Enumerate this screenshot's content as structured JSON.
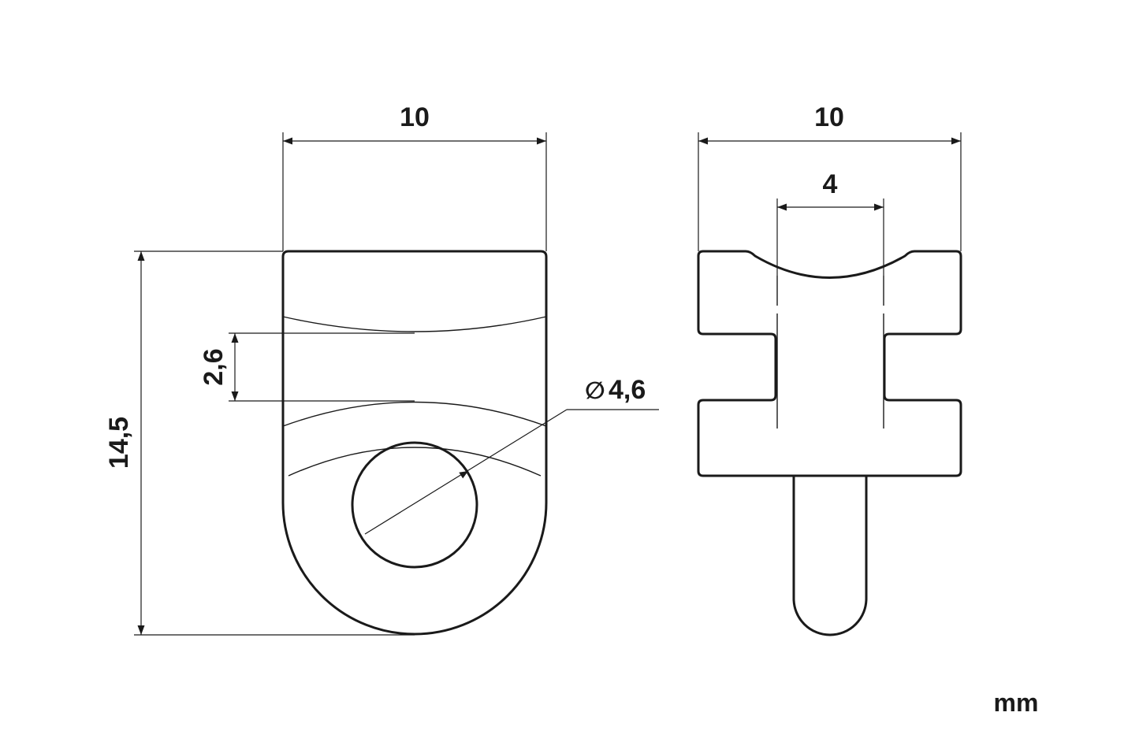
{
  "drawing": {
    "front_view": {
      "width_label": "10",
      "height_label": "14,5",
      "groove_label": "2,6",
      "hole_label": "4,6",
      "diameter_symbol": "∅"
    },
    "side_view": {
      "width_label": "10",
      "slot_label": "4"
    },
    "unit_label": "mm",
    "colors": {
      "line": "#1a1a1a",
      "background": "#ffffff"
    }
  }
}
